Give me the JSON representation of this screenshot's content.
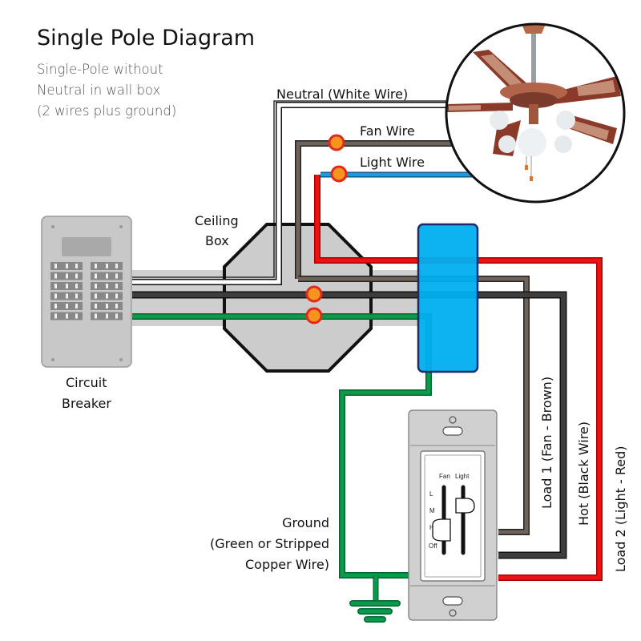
{
  "title": "Single Pole Diagram",
  "subtitle": [
    "Single-Pole without",
    "Neutral in wall box",
    "(2 wires plus ground)"
  ],
  "labels": {
    "neutral": "Neutral (White Wire)",
    "fan_wire": "Fan Wire",
    "light_wire": "Light Wire",
    "ceiling_box": [
      "Ceiling",
      "Box"
    ],
    "circuit_breaker": [
      "Circuit",
      "Breaker"
    ],
    "load1": "Load 1 (Fan - Brown)",
    "hot": "Hot (Black Wire)",
    "load2": "Load 2 (Light - Red)",
    "ground": [
      "Ground",
      "(Green or Stripped",
      "Copper Wire)"
    ]
  },
  "switch": {
    "fan_label": "Fan",
    "light_label": "Light",
    "speed_labels": [
      "L",
      "M",
      "H",
      "Off"
    ]
  },
  "colors": {
    "neutral": "#ffffff",
    "fan": "#6e6259",
    "hot": "#3d3d3d",
    "light": "#ee1111",
    "light_to_fan": "#1a9be0",
    "ground": "#0a9a4a",
    "connector": "#f7941d",
    "connector_ring": "#e02a1d",
    "wall_box": "#00aeef",
    "ceiling_box": "#cccccc"
  }
}
